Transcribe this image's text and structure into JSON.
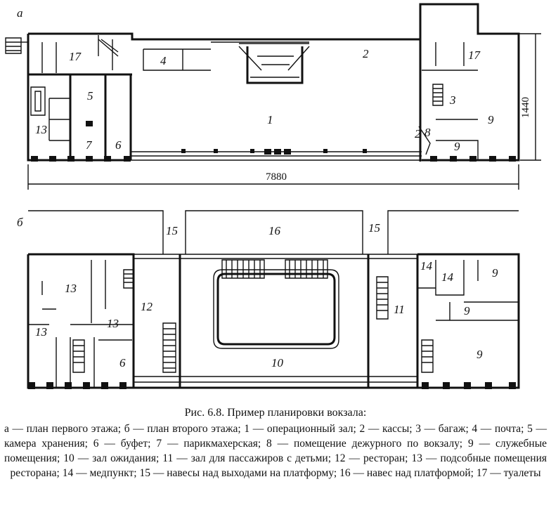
{
  "figure": {
    "plan_a_letter": "а",
    "plan_b_letter": "б",
    "dim_width": "7880",
    "dim_height": "1440",
    "caption": "Рис. 6.8. Пример планировки вокзала:",
    "legend": "а — план первого этажа; б — план второго этажа; 1 — операционный зал; 2 — кассы; 3 — багаж; 4 — почта; 5 — камера хранения; 6 — буфет; 7 — парикмахерская; 8 — помещение дежурного по вокзалу; 9 — служебные помещения; 10 — зал ожидания; 11 — зал для пассажиров с детьми; 12 — ресторан; 13 — подсобные помещения ресторана; 14 — медпункт; 15 — навесы над выходами на платформу; 16 — навес над платформой; 17 — туалеты"
  },
  "plan_a_labels": [
    "1",
    "2",
    "2",
    "3",
    "4",
    "5",
    "6",
    "7",
    "8",
    "9",
    "9",
    "13",
    "17",
    "17"
  ],
  "plan_b_labels": [
    "6",
    "9",
    "9",
    "9",
    "10",
    "11",
    "12",
    "13",
    "13",
    "13",
    "14",
    "14",
    "15",
    "15",
    "16"
  ]
}
